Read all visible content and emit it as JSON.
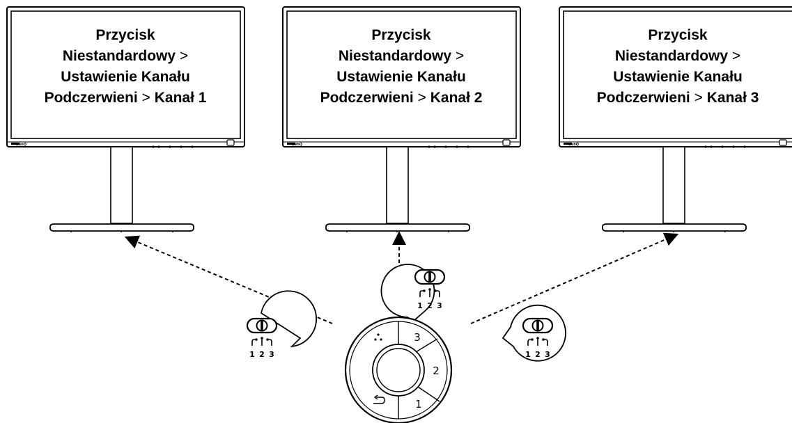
{
  "brand": "BenQ",
  "monitors": [
    {
      "title": "Przycisk",
      "line2": "Niestandardowy",
      "line3": "Ustawienie Kanału",
      "line4a": "Podczerwieni",
      "line4b": "Kanał 1",
      "separator": ">"
    },
    {
      "title": "Przycisk",
      "line2": "Niestandardowy",
      "line3": "Ustawienie Kanału",
      "line4a": "Podczerwieni",
      "line4b": "Kanał 2",
      "separator": ">"
    },
    {
      "title": "Przycisk",
      "line2": "Niestandardowy",
      "line3": "Ustawienie Kanału",
      "line4a": "Podczerwieni",
      "line4b": "Kanał 3",
      "separator": ">"
    }
  ],
  "switch_labels": [
    "1",
    "2",
    "3"
  ],
  "dial_buttons": [
    "3",
    "2",
    "1"
  ]
}
